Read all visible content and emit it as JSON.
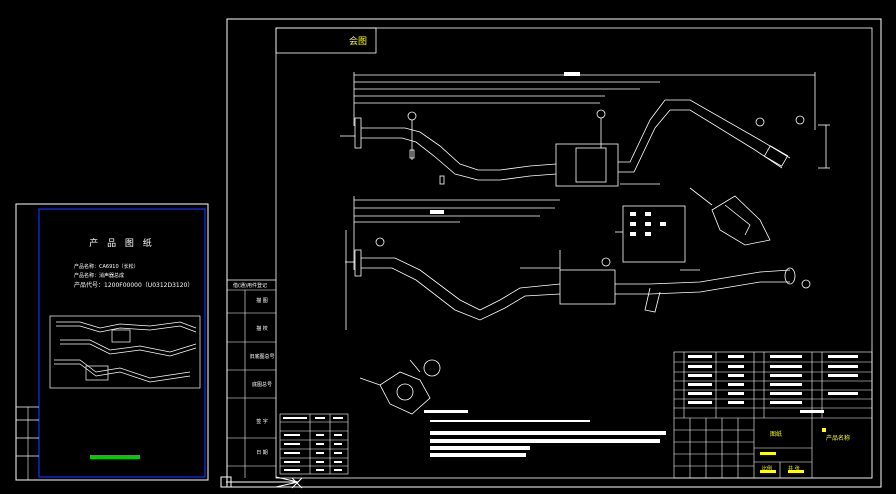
{
  "cover_sheet": {
    "title": "产 品 图 纸",
    "product_name": "产品名称：CA6910（长松）",
    "product_desc": "产品名称：消声器总成",
    "product_code": "产品代号：1200F00000（U0312D3120）"
  },
  "drawing": {
    "view_label": "会图",
    "side_labels": [
      "借(通)用件登记",
      "描 图",
      "描 校",
      "旧底图总号",
      "底图总号",
      "签 字",
      "日 期"
    ],
    "title_block": {
      "company": "图纸",
      "drawing_name": "产品名称",
      "scale_label": "比例",
      "sheet_label": "共 张"
    }
  },
  "colors": {
    "background": "#000000",
    "lines": "#ffffff",
    "cover_frame": "#0000ff",
    "highlight_text": "#ffff00",
    "status_bar": "#00cc00"
  },
  "icons": [
    "ucs-icon"
  ]
}
